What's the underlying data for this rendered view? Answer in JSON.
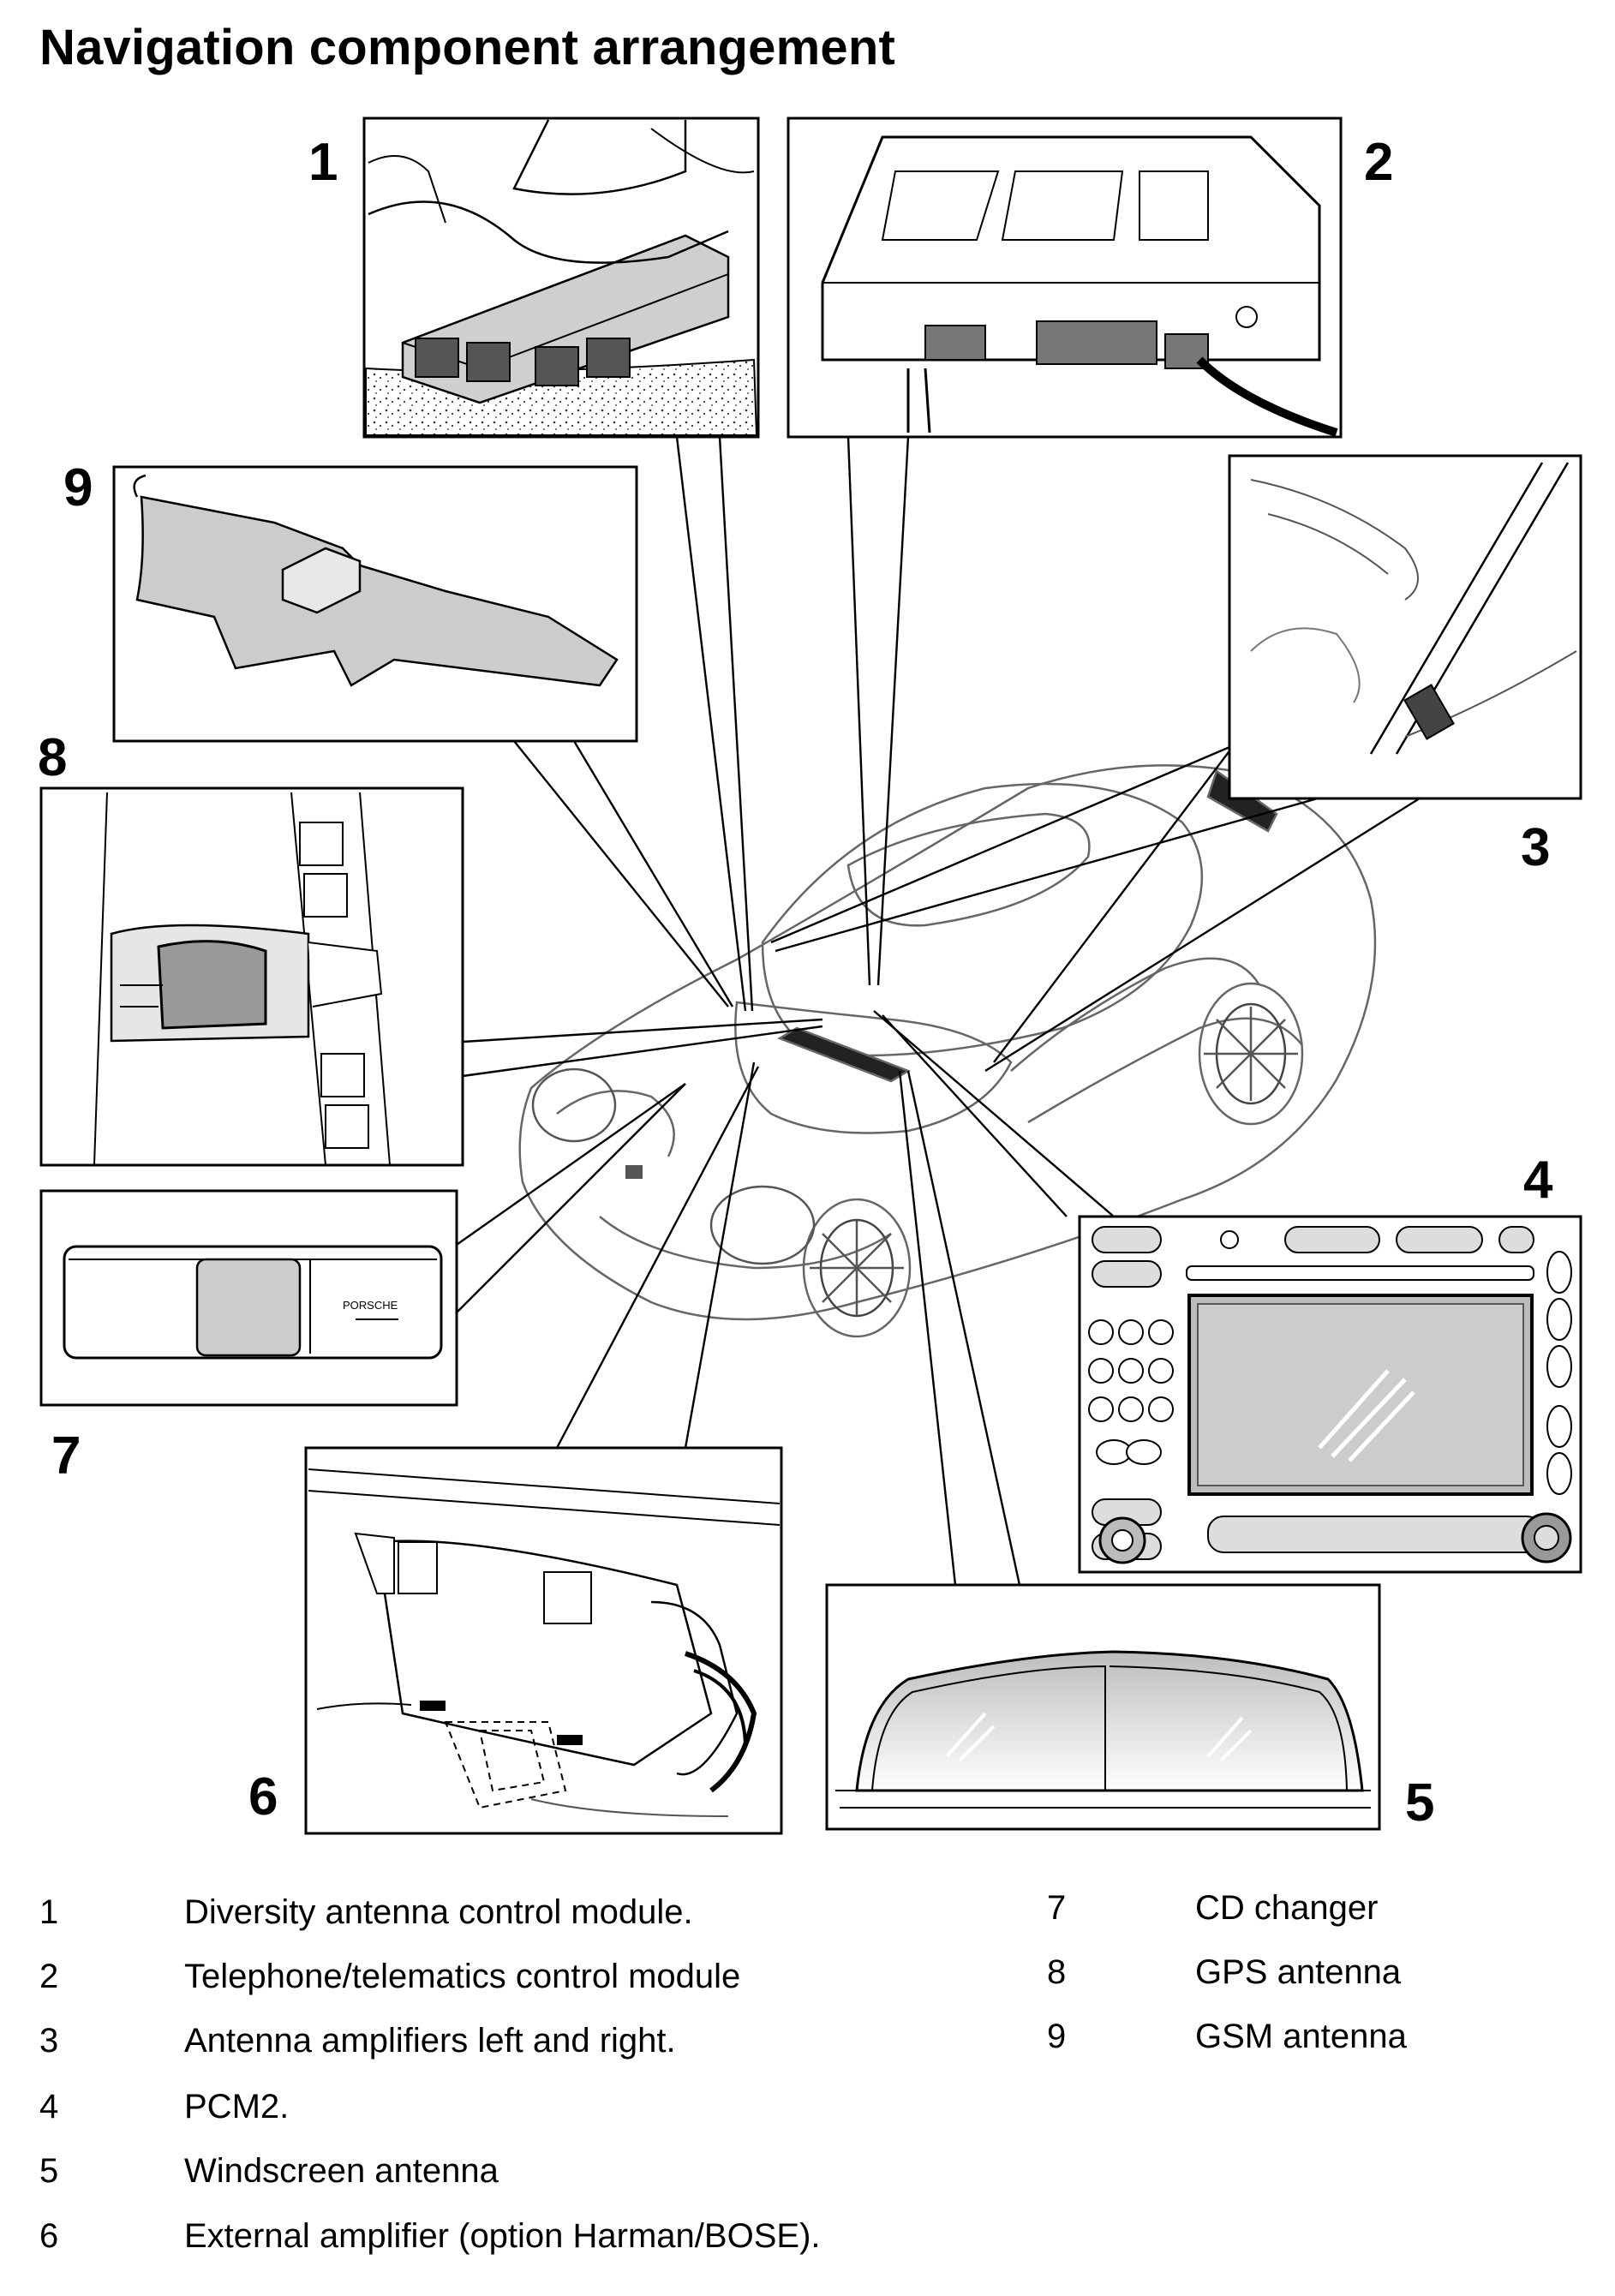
{
  "page": {
    "title": "Navigation component arrangement"
  },
  "callouts": [
    "1",
    "2",
    "3",
    "4",
    "5",
    "6",
    "7",
    "8",
    "9"
  ],
  "legend": [
    {
      "num": "1",
      "text": "Diversity antenna control module."
    },
    {
      "num": "2",
      "text": "Telephone/telematics control module"
    },
    {
      "num": "3",
      "text": "Antenna amplifiers left and right."
    },
    {
      "num": "4",
      "text": "PCM2."
    },
    {
      "num": "5",
      "text": "Windscreen antenna"
    },
    {
      "num": "6",
      "text": "External amplifier (option Harman/BOSE)."
    },
    {
      "num": "7",
      "text": "CD changer"
    },
    {
      "num": "8",
      "text": "GPS antenna"
    },
    {
      "num": "9",
      "text": "GSM antenna"
    }
  ],
  "icons": {
    "brand_badge": "PORSCHE"
  }
}
